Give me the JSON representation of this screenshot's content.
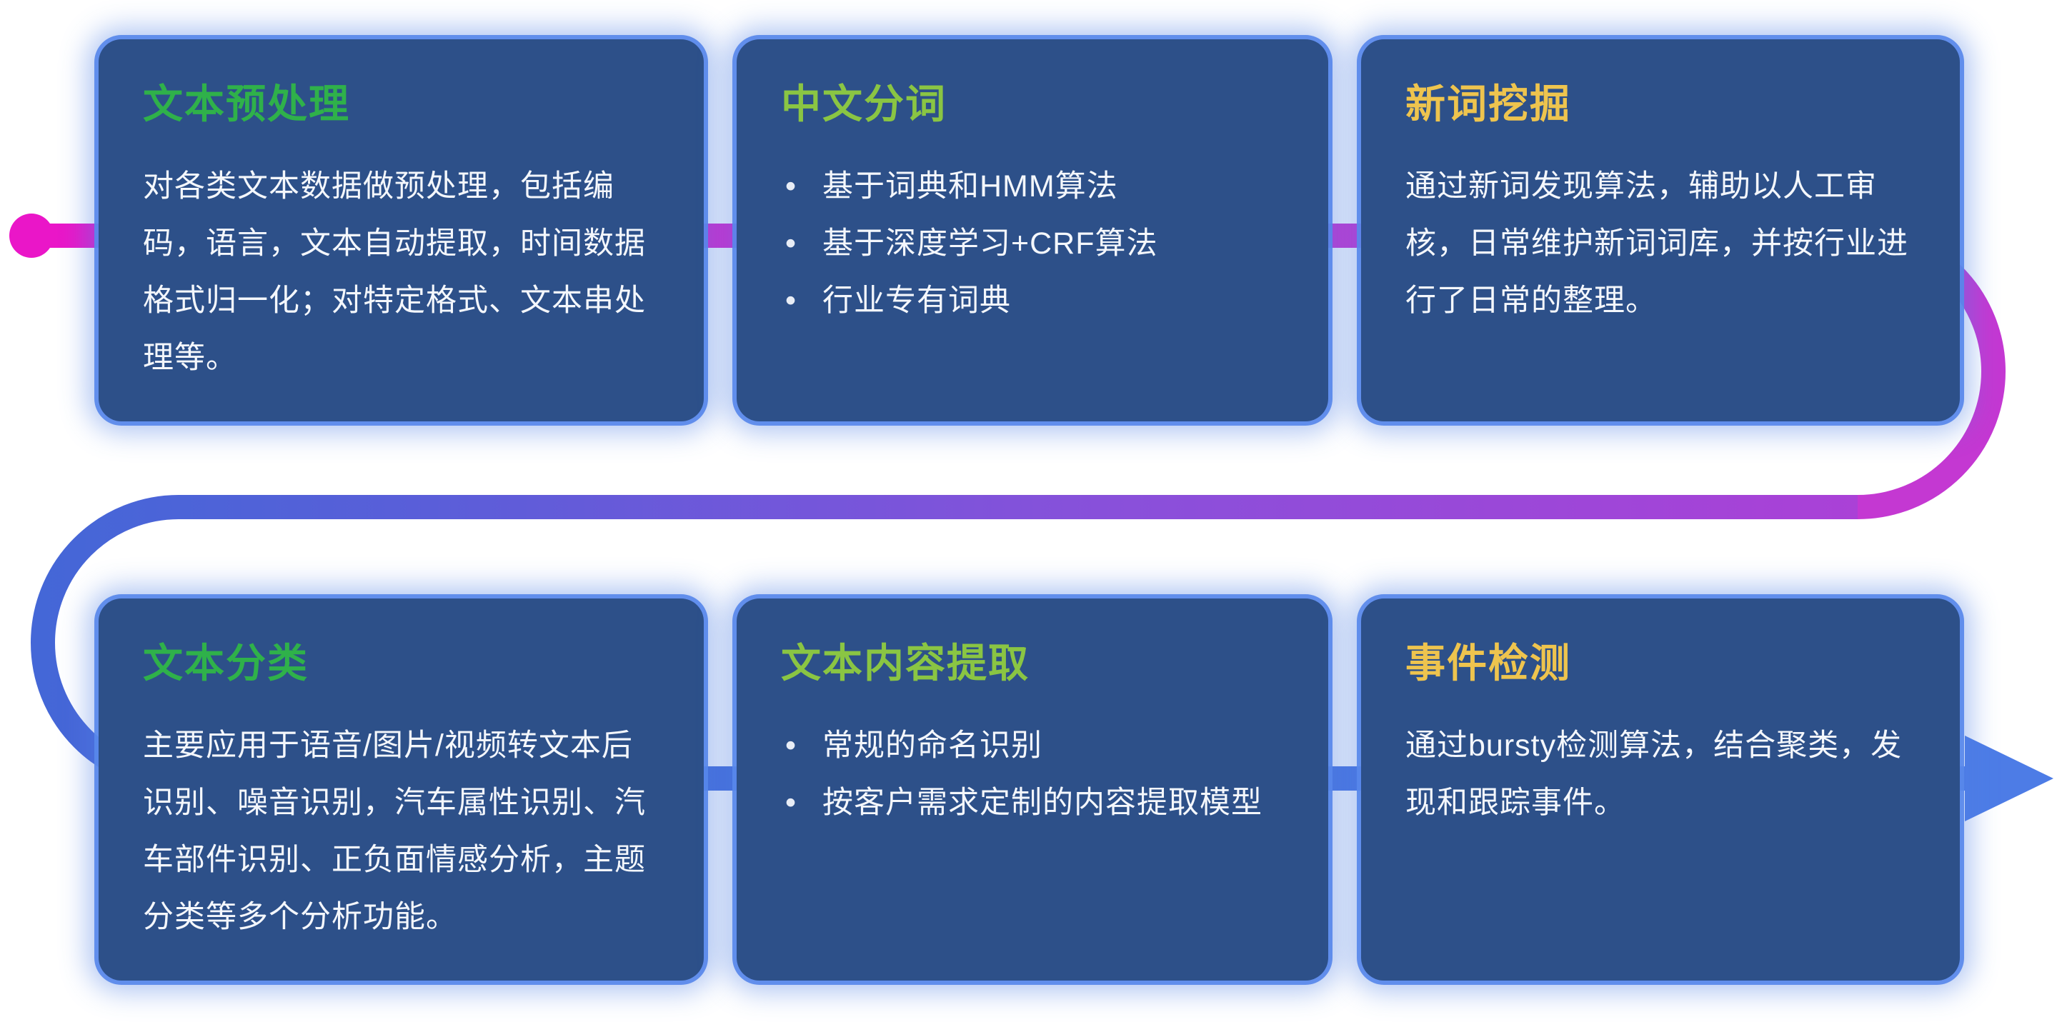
{
  "page": {
    "background": "#ffffff",
    "card_background": "#2d5089",
    "card_glow_color": "#5080e4",
    "body_text_color": "#f4f7fc"
  },
  "flow": {
    "start_dot_color": "#ea16c8",
    "gradient_colors": [
      "#ea16c8",
      "#c438d2",
      "#8950da",
      "#4467d7",
      "#4d7ce6"
    ],
    "arrow_color": "#4d7ce6"
  },
  "cards": [
    {
      "id": "text-preprocessing",
      "title": "文本预处理",
      "title_color": "#2fb14a",
      "body": "对各类文本数据做预处理，包括编码，语言，文本自动提取，时间数据格式归一化；对特定格式、文本串处理等。",
      "bullets": []
    },
    {
      "id": "chinese-word-segmentation",
      "title": "中文分词",
      "title_color": "#8ac543",
      "body": "",
      "bullets": [
        "基于词典和HMM算法",
        "基于深度学习+CRF算法",
        "行业专有词典"
      ]
    },
    {
      "id": "new-word-mining",
      "title": "新词挖掘",
      "title_color": "#eec44e",
      "body": "通过新词发现算法，辅助以人工审核，日常维护新词词库，并按行业进行了日常的整理。",
      "bullets": []
    },
    {
      "id": "text-classification",
      "title": "文本分类",
      "title_color": "#2fb14a",
      "body": "主要应用于语音/图片/视频转文本后识别、噪音识别，汽车属性识别、汽车部件识别、正负面情感分析，主题分类等多个分析功能。",
      "bullets": []
    },
    {
      "id": "text-content-extraction",
      "title": "文本内容提取",
      "title_color": "#8ac543",
      "body": "",
      "bullets": [
        "常规的命名识别",
        "按客户需求定制的内容提取模型"
      ]
    },
    {
      "id": "event-detection",
      "title": "事件检测",
      "title_color": "#eec44e",
      "body": "通过bursty检测算法，结合聚类，发现和跟踪事件。",
      "bullets": []
    }
  ]
}
